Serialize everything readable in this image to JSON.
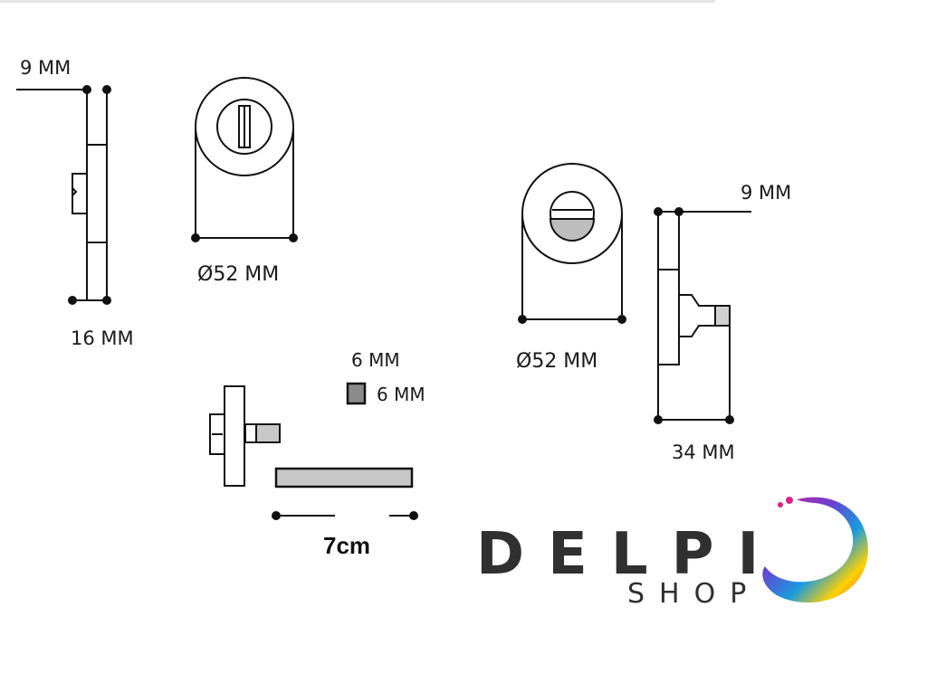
{
  "labels": {
    "top_left_thickness": "9 MM",
    "left_height": "16 MM",
    "diameter_left": "Ø52 MM",
    "diameter_right": "Ø52 MM",
    "right_thickness": "9 MM",
    "right_height": "34 MM",
    "square_a": "6 MM",
    "square_b": "6 MM",
    "bar_length": "7cm"
  },
  "logo": {
    "word": "DELPI",
    "sub": "SHOP"
  },
  "colors": {
    "line": "#111111",
    "fill_grey": "#c8c8c8",
    "square_fill": "#8a8a8a",
    "logo_text": "#303030"
  }
}
